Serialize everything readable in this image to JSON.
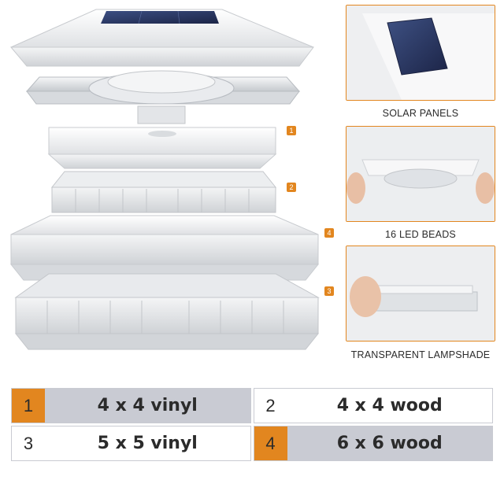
{
  "callouts": [
    "1",
    "2",
    "4",
    "3"
  ],
  "panels": [
    {
      "caption": "SOLAR PANELS"
    },
    {
      "caption": "16 LED BEADS"
    },
    {
      "caption": "TRANSPARENT LAMPSHADE"
    }
  ],
  "size_table": [
    {
      "number": "1",
      "label": "4 x 4 vinyl"
    },
    {
      "number": "2",
      "label": "4 x 4 wood"
    },
    {
      "number": "3",
      "label": "5 x 5 vinyl"
    },
    {
      "number": "4",
      "label": "6 x 6 wood"
    }
  ],
  "colors": {
    "accent": "#e2861f",
    "row_shade": "#c9cbd3",
    "text": "#2b2b2b",
    "solar": "#2a3a63"
  }
}
